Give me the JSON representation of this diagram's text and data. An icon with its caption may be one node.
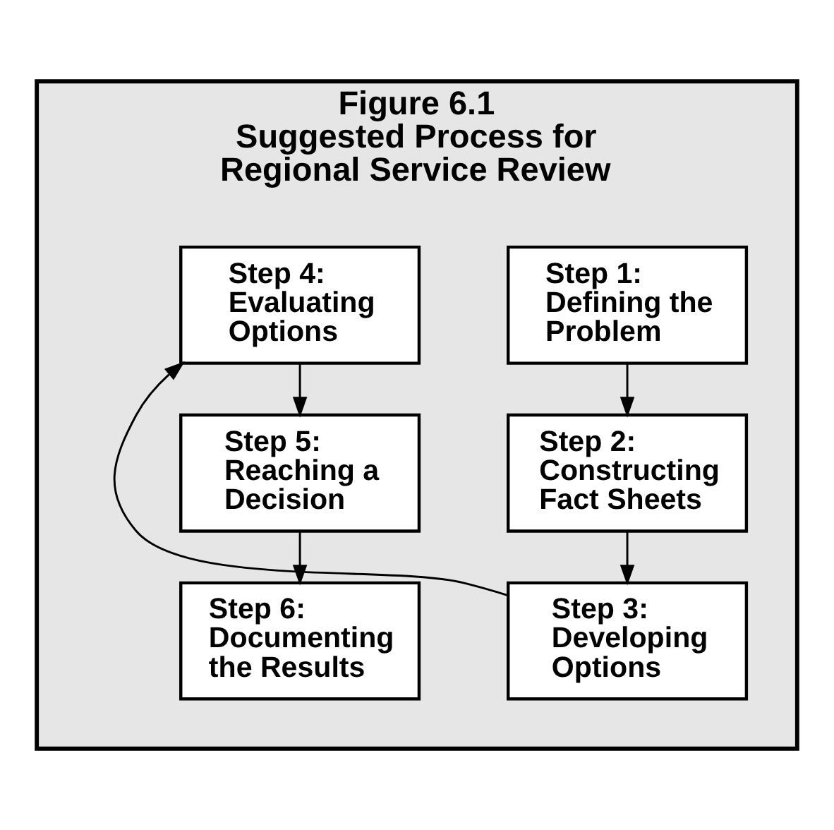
{
  "diagram": {
    "nodes": [
      {
        "text": [
          "Figure 6.1",
          "Suggested Process for Regional Service Review"
        ]
      },
      {
        "text": [
          "Step 1:",
          "Defining the Problem"
        ],
        "in": 0
      },
      {
        "text": [
          "Step 2:",
          "Constructing Fact Sheets"
        ],
        "in": 0
      },
      {
        "text": [
          "Step 3:",
          "Developing Options"
        ],
        "in": 0
      },
      {
        "text": [
          "Step 4:",
          "Evaluating Options"
        ],
        "in": 0
      },
      {
        "text": [
          "Step 5:",
          "Reaching a Decision"
        ],
        "in": 0
      },
      {
        "text": [
          "Step 6:",
          "Documenting the Results"
        ],
        "in": 0
      }
    ],
    "edges": [
      {
        "from": 1,
        "to": 2,
        "arrow": "to"
      },
      {
        "from": 2,
        "to": 3,
        "arrow": "to"
      },
      {
        "from": 3,
        "to": 4,
        "arrow": "to"
      },
      {
        "from": 4,
        "to": 5,
        "arrow": "to"
      },
      {
        "from": 5,
        "to": 6,
        "arrow": "to"
      }
    ]
  }
}
